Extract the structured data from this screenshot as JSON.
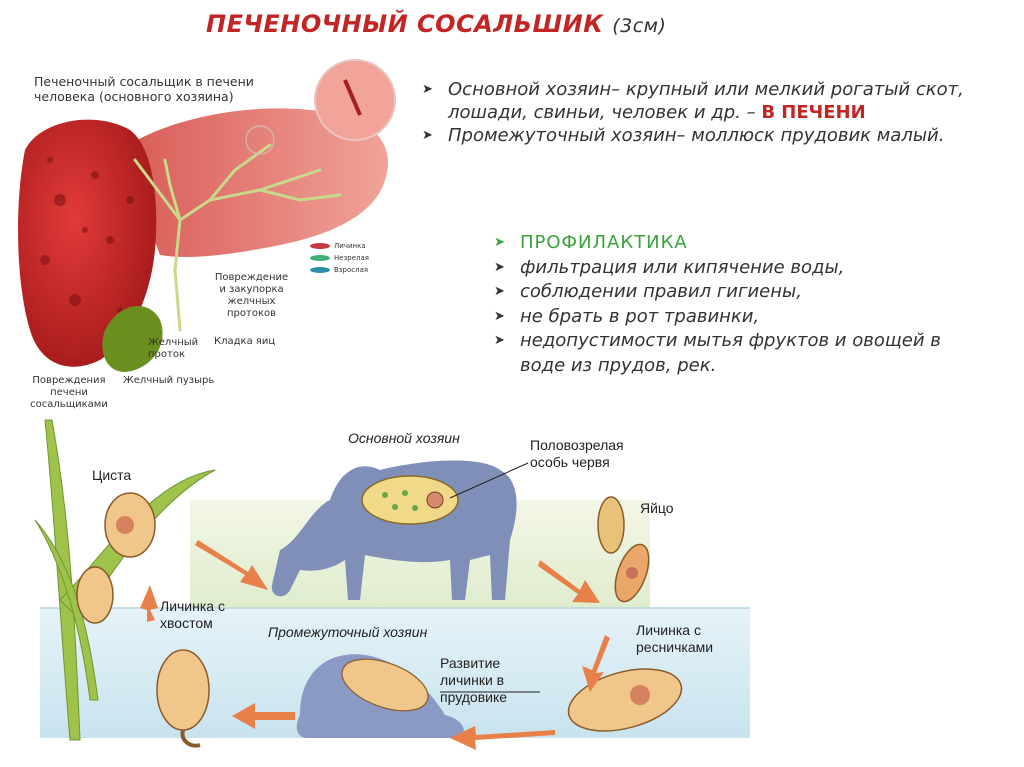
{
  "title": {
    "main": "ПЕЧЕНОЧНЫЙ СОСАЛЬШИК",
    "sub": "(3см)"
  },
  "hosts": [
    {
      "text": "Основной хозяин– крупный или мелкий рогатый скот, лошади, свиньи, человек и др. –",
      "highlight": "В ПЕЧЕНИ"
    },
    {
      "text": " Промежуточный хозяин– моллюск прудовик малый."
    }
  ],
  "prevention": {
    "heading": "ПРОФИЛАКТИКА",
    "items": [
      "фильтрация или кипячение воды,",
      "соблюдении правил гигиены,",
      "не брать в рот травинки,",
      "недопустимости мытья фруктов и овощей в воде из прудов, рек."
    ]
  },
  "liver_figure": {
    "caption": "Печеночный сосальщик в печени человека (основного хозяина)",
    "legend": [
      "Личинка",
      "Незрелая",
      "Взрослая"
    ],
    "labels": {
      "damage_ducts": "Повреждение и закупорка желчных протоков",
      "eggs": "Кладка яиц",
      "bile_duct": "Желчный проток",
      "gallbladder": "Желчный пузырь",
      "liver_damage": "Повреждения печени сосальщиками"
    }
  },
  "lifecycle": {
    "main_host": "Основной хозяин",
    "mature_worm": "Половозрелая особь червя",
    "egg": "Яйцо",
    "cyst": "Циста",
    "tailed_larva": "Личинка с хвостом",
    "intermediate_host": "Промежуточный хозяин",
    "ciliated_larva": "Личинка с ресничками",
    "snail_development": "Развитие личинки в прудовике"
  },
  "colors": {
    "accent_red": "#c22524",
    "accent_green": "#3aa23a",
    "arrow": "#e8804a",
    "water": "#d6ecf3",
    "cow": "#7f8fb8"
  }
}
